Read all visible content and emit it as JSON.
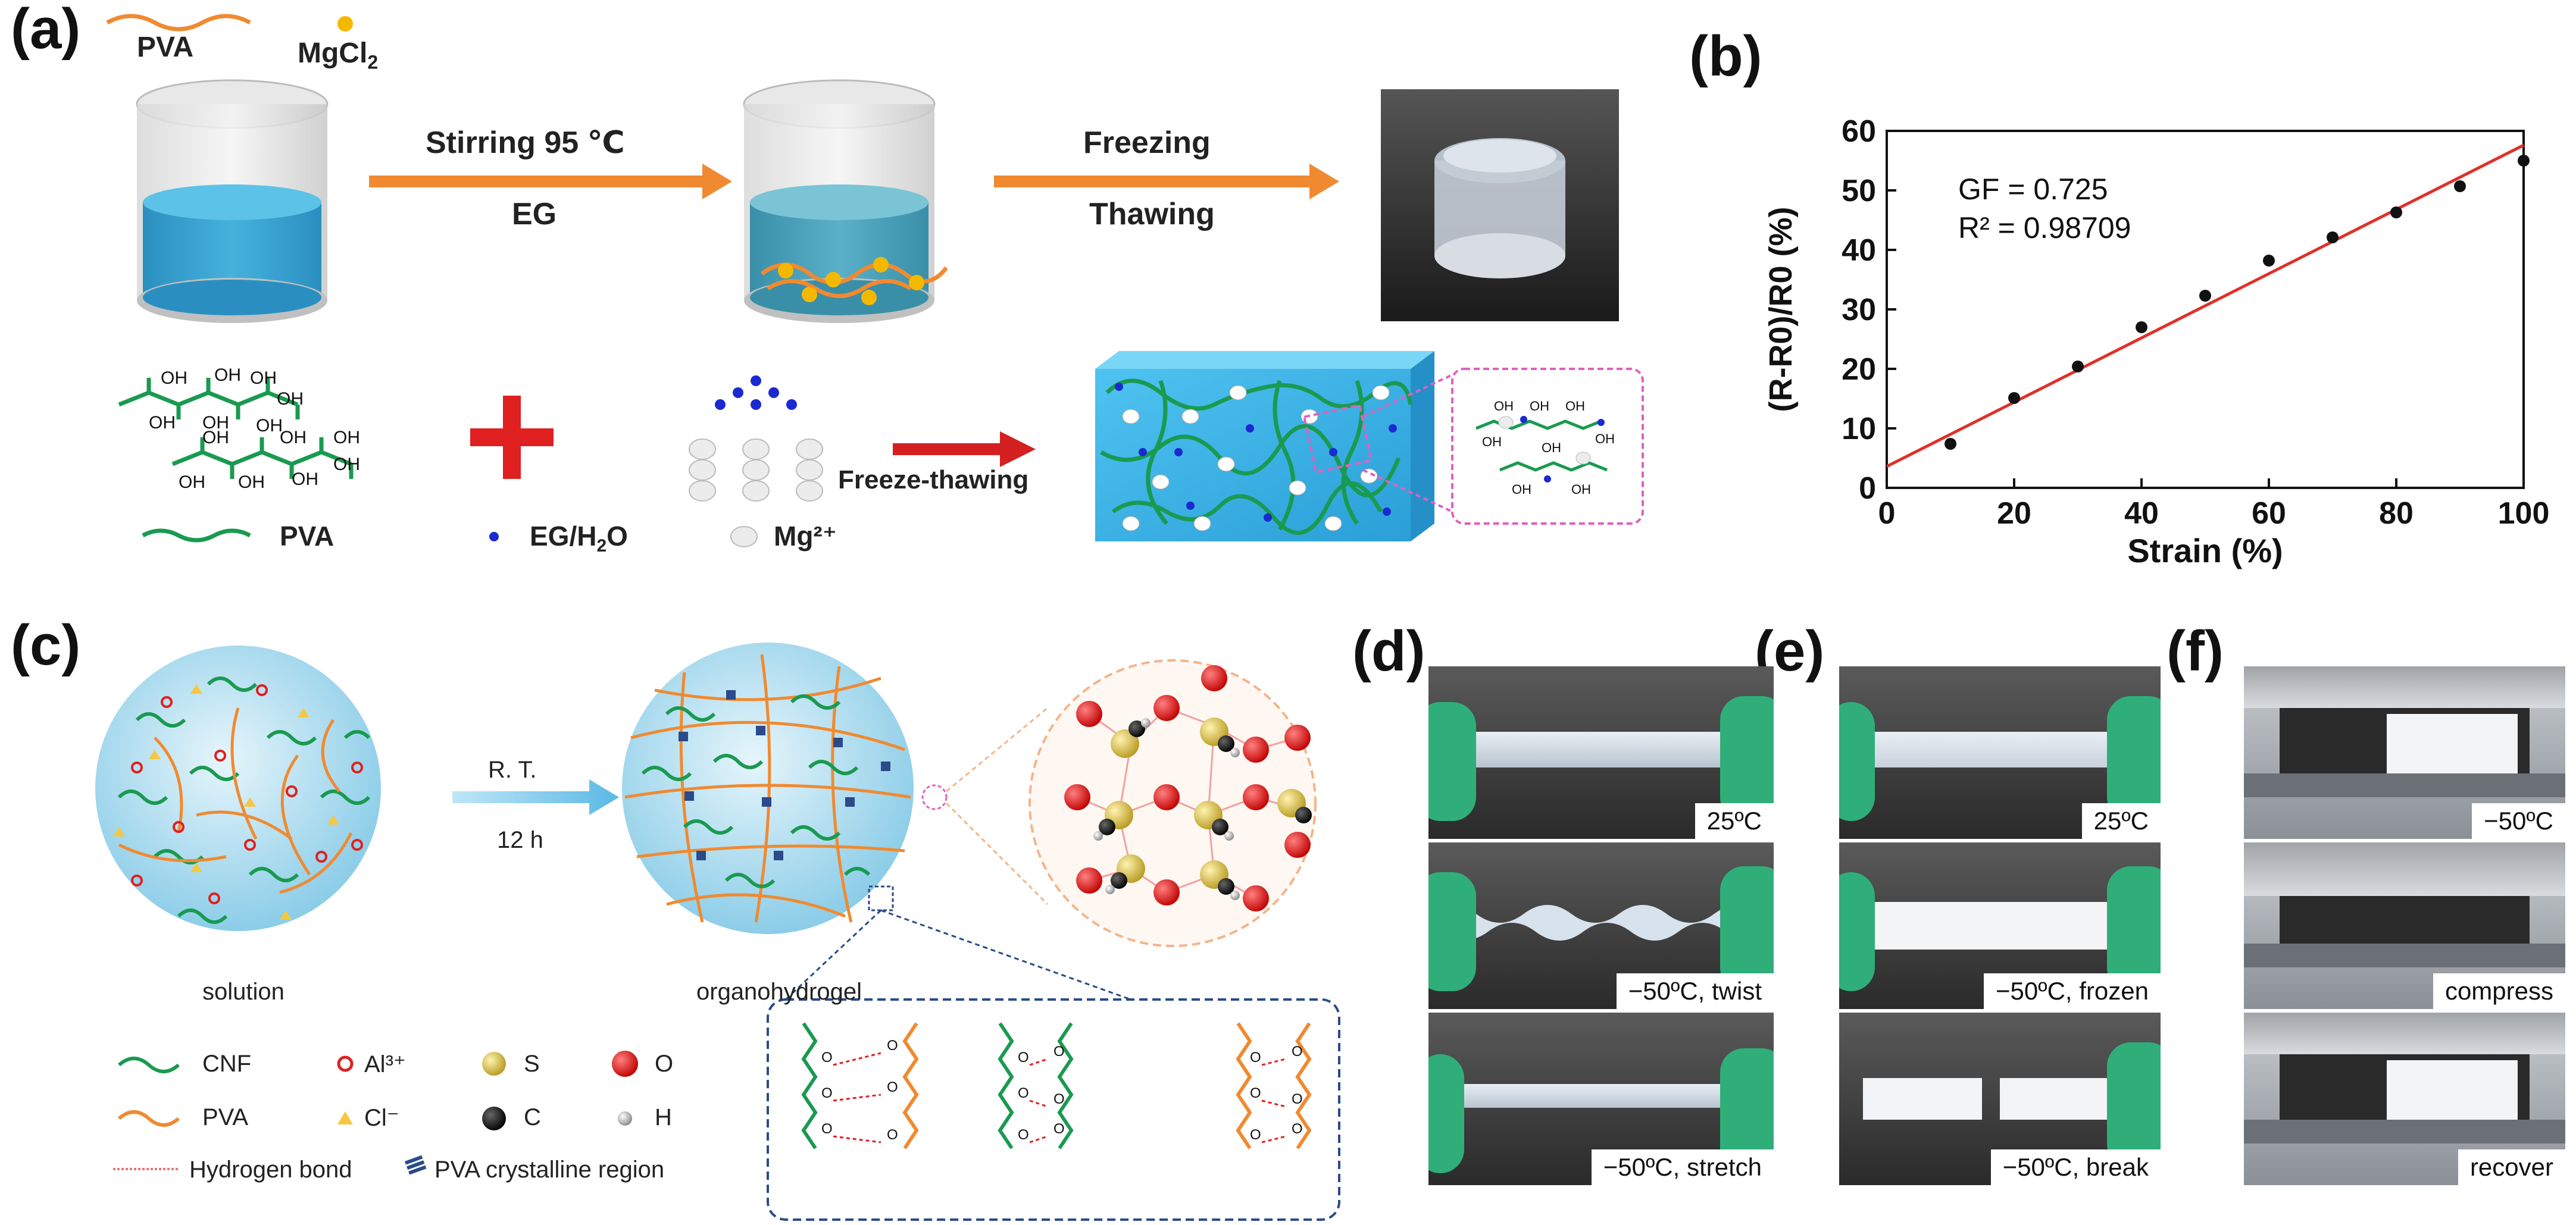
{
  "panels": {
    "a": "(a)",
    "b": "(b)",
    "c": "(c)",
    "d": "(d)",
    "e": "(e)",
    "f": "(f)"
  },
  "panel_a": {
    "legend_pva": "PVA",
    "legend_mgcl2": "MgCl",
    "legend_mgcl2_sub": "2",
    "step1_top": "Stirring 95 ℃",
    "step1_bottom": "EG",
    "step2_top": "Freezing",
    "step2_bottom": "Thawing",
    "freeze_thawing": "Freeze-thawing",
    "key_pva": "PVA",
    "key_eg": "EG/H",
    "key_eg_sub": "2",
    "key_eg_tail": "O",
    "key_mg": "Mg²⁺",
    "oh": "OH"
  },
  "chart_data": {
    "type": "scatter",
    "xlabel": "Strain (%)",
    "ylabel": "(R-R0)/R0 (%)",
    "xlim": [
      0,
      100
    ],
    "ylim": [
      0,
      60
    ],
    "xticks": [
      0,
      20,
      40,
      60,
      80,
      100
    ],
    "yticks": [
      0,
      10,
      20,
      30,
      40,
      50,
      60
    ],
    "points": [
      {
        "x": 10,
        "y": 7.4
      },
      {
        "x": 20,
        "y": 15.1
      },
      {
        "x": 30,
        "y": 20.4
      },
      {
        "x": 40,
        "y": 27.0
      },
      {
        "x": 50,
        "y": 32.3
      },
      {
        "x": 60,
        "y": 38.2
      },
      {
        "x": 70,
        "y": 42.1
      },
      {
        "x": 80,
        "y": 46.3
      },
      {
        "x": 90,
        "y": 50.7
      },
      {
        "x": 100,
        "y": 55.0
      }
    ],
    "fit": {
      "slope": 0.54,
      "intercept": 3.6
    },
    "annotation_gf": "GF = 0.725",
    "annotation_r2": "R² = 0.98709",
    "colors": {
      "points": "#111111",
      "fit": "#e0302a"
    }
  },
  "panel_c": {
    "arrow_top": "R. T.",
    "arrow_bottom": "12 h",
    "solution": "solution",
    "organohydrogel": "organohydrogel",
    "legend": {
      "cnf": "CNF",
      "pva": "PVA",
      "al": "Al³⁺",
      "cl": "Cl⁻",
      "s": "S",
      "c": "C",
      "o": "O",
      "h": "H",
      "hbond": "Hydrogen bond",
      "crystal": "PVA crystalline region"
    }
  },
  "panel_d": {
    "captions": [
      "25ºC",
      "−50ºC, twist",
      "−50ºC, stretch"
    ]
  },
  "panel_e": {
    "captions": [
      "25ºC",
      "−50ºC, frozen",
      "−50ºC, break"
    ]
  },
  "panel_f": {
    "captions": [
      "−50ºC",
      "compress",
      "recover"
    ]
  },
  "colors": {
    "arrow_orange": "#f08a30",
    "cross_red": "#e02020",
    "arrow_red": "#d42020",
    "gel_blue": "#3ab0e0",
    "pva_green": "#1a9a50",
    "eg_blue": "#1a2ad0",
    "pink_dash": "#e060c0",
    "navy_dash": "#2a4a8a",
    "sphere_blue": "#a8dbef",
    "arrow_cyan": "#5ab8e6"
  }
}
